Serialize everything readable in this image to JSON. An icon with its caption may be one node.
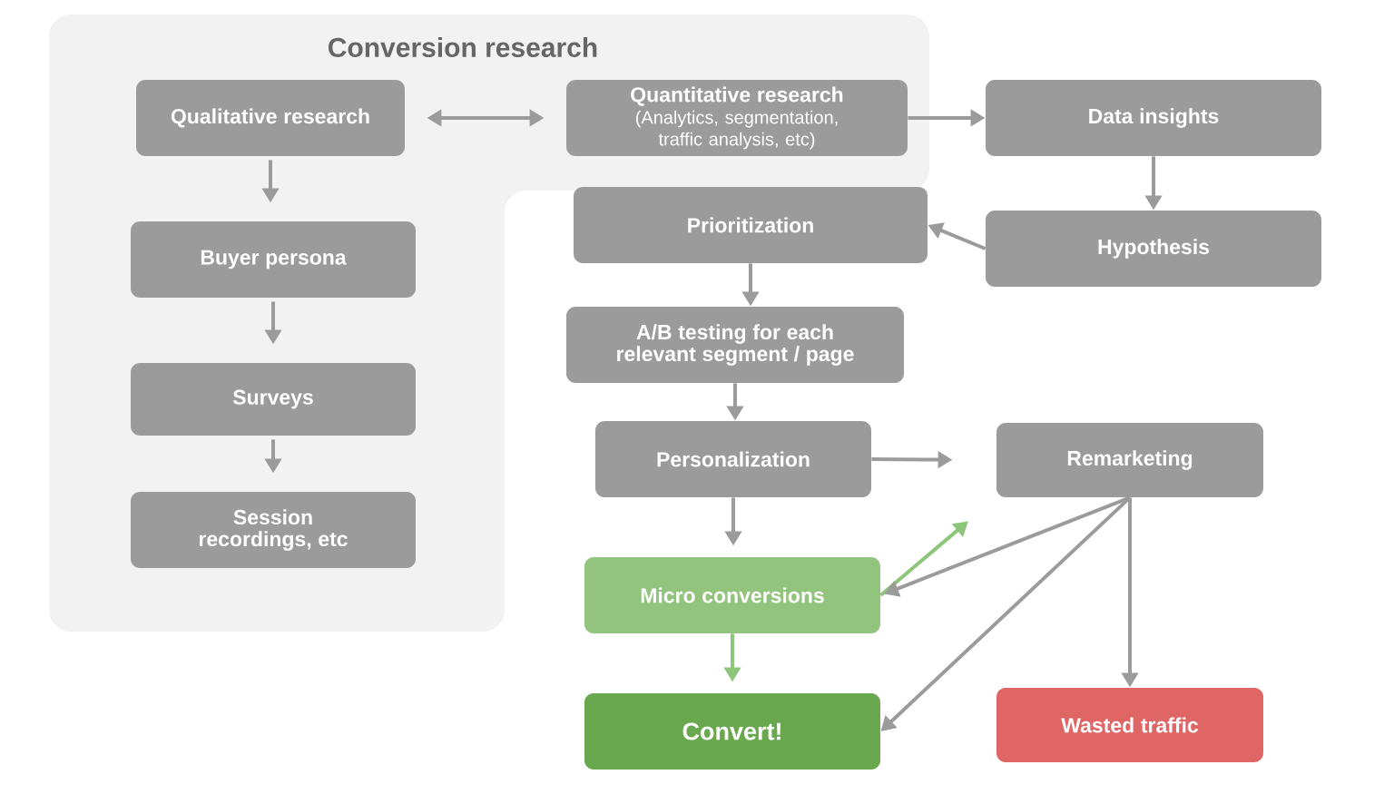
{
  "diagram": {
    "nodes": [
      {
        "text": [
          "Conversion research"
        ]
      },
      {
        "text": [
          "Qualitative research"
        ],
        "in": 0
      },
      {
        "text": [
          "Quantitative research",
          "(Analytics, segmentation, traffic analysis, etc)"
        ],
        "in": 0
      },
      {
        "text": [
          "Data insights"
        ]
      },
      {
        "text": [
          "Buyer persona"
        ],
        "in": 0
      },
      {
        "text": [
          "Surveys"
        ],
        "in": 0
      },
      {
        "text": [
          "Session recordings, etc"
        ],
        "in": 0
      },
      {
        "text": [
          "Prioritization"
        ]
      },
      {
        "text": [
          "Hypothesis"
        ]
      },
      {
        "text": [
          "A/B testing for each relevant segment / page"
        ]
      },
      {
        "text": [
          "Personalization"
        ]
      },
      {
        "text": [
          "Remarketing"
        ]
      },
      {
        "text": [
          "Micro conversions"
        ]
      },
      {
        "text": [
          "Convert!"
        ]
      },
      {
        "text": [
          "Wasted traffic"
        ]
      }
    ],
    "edges": [
      {
        "from": 1,
        "to": 2,
        "arrow": "both"
      },
      {
        "from": 2,
        "to": 3,
        "arrow": "to"
      },
      {
        "from": 1,
        "to": 4,
        "arrow": "to"
      },
      {
        "from": 4,
        "to": 5,
        "arrow": "to"
      },
      {
        "from": 5,
        "to": 6,
        "arrow": "to"
      },
      {
        "from": 3,
        "to": 8,
        "arrow": "to"
      },
      {
        "from": 8,
        "to": 7,
        "arrow": "to"
      },
      {
        "from": 7,
        "to": 9,
        "arrow": "to"
      },
      {
        "from": 9,
        "to": 10,
        "arrow": "to"
      },
      {
        "from": 10,
        "to": 11,
        "arrow": "to"
      },
      {
        "from": 10,
        "to": 12,
        "arrow": "to"
      },
      {
        "from": 12,
        "to": 11,
        "arrow": "to",
        "color": "#8dc57b"
      },
      {
        "from": 12,
        "to": 13,
        "arrow": "to",
        "color": "#8dc57b"
      },
      {
        "from": 11,
        "to": 12,
        "arrow": "to"
      },
      {
        "from": 11,
        "to": 13,
        "arrow": "to"
      },
      {
        "from": 11,
        "to": 14,
        "arrow": "to"
      }
    ]
  }
}
